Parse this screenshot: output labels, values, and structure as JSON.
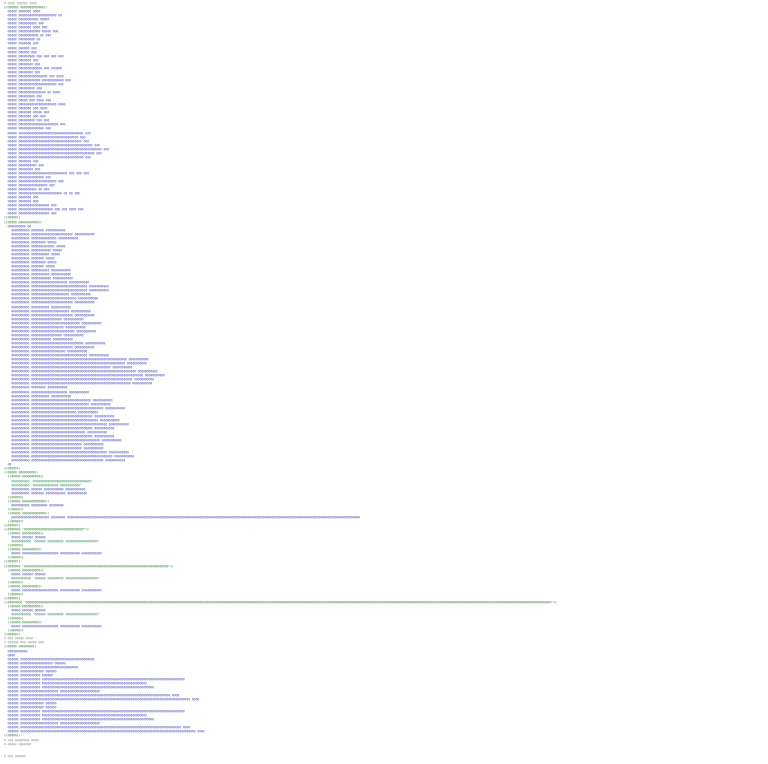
{
  "document": {
    "lines": [
      {
        "text": "# @@@@ @@@@@@ @@@@",
        "cls": "c"
      },
      {
        "text": "{{@@@@@@ @@@@@@@@@@@@@}}",
        "cls": "t"
      },
      {
        "text": "  @@@@@ @@@@@@@ @@@@",
        "cls": "k"
      },
      {
        "text": "  @@@@@ @@@@@@@@@@@@@@@@@@@@@ @@",
        "cls": "k"
      },
      {
        "text": "  @@@@@ @@@@@@@@@@@ @@@@@",
        "cls": "k"
      },
      {
        "text": "  @@@@@ @@@@@@@@@@ @@@",
        "cls": "k"
      },
      {
        "text": "  @@@@@ @@@@@@@ @@@@ @@@",
        "cls": "k"
      },
      {
        "text": "  @@@@@ @@@@@@@@@@@@ @@@@@ @@@",
        "cls": "k"
      },
      {
        "text": "  @@@@@ @@@@@@@@@@@ @@ @@@",
        "cls": "k"
      },
      {
        "text": "  @@@@@ @@@@@@@@@ @@",
        "cls": "k"
      },
      {
        "text": "  @@@@@ @@@@@@@ @@@",
        "cls": "k"
      },
      {
        "text": "  @@@@@ @@@@@@ @@@",
        "cls": "k"
      },
      {
        "text": "  @@@@@ @@@@@@ @@@",
        "cls": "k"
      },
      {
        "text": "  @@@@@ @@@@@@@@@ @@@ @@@ @@@ @@@",
        "cls": "k"
      },
      {
        "text": "  @@@@@ @@@@@@@ @@@",
        "cls": "k"
      },
      {
        "text": "  @@@@@ @@@@@@@@ @@@",
        "cls": "k"
      },
      {
        "text": "  @@@@@ @@@@@@@@@@@@@ @@@ @@@@@@",
        "cls": "k"
      },
      {
        "text": "  @@@@@ @@@@@@@@ @@@",
        "cls": "k"
      },
      {
        "text": "  @@@@@ @@@@@@@@@@@@@@@@ @@@ @@@@",
        "cls": "k"
      },
      {
        "text": "  @@@@@ @@@@@@@@@@@@ @@@@@@@@@@@@ @@@",
        "cls": "k"
      },
      {
        "text": "  @@@@@ @@@@@@@@@@@@@@@@@@@@@ @@@",
        "cls": "k"
      },
      {
        "text": "  @@@@@ @@@@@@@@@ @@@",
        "cls": "k"
      },
      {
        "text": "  @@@@@ @@@@@@@@@@@@@@@ @@ @@@@",
        "cls": "k"
      },
      {
        "text": "  @@@@@ @@@@@@@@@ @@@",
        "cls": "k"
      },
      {
        "text": "  @@@@@ @@@@@ @@@ @@@@ @@@",
        "cls": "k"
      },
      {
        "text": "  @@@@@ @@@@@@@@@@@@@@@@@@@@@ @@@@",
        "cls": "k"
      },
      {
        "text": "  @@@@@ @@@@@@@ @@@ @@@@",
        "cls": "k"
      },
      {
        "text": "  @@@@@ @@@@@@@ @@@@@ @@@",
        "cls": "k"
      },
      {
        "text": "  @@@@@ @@@@@@@ @@@ @@@",
        "cls": "k"
      },
      {
        "text": "  @@@@@ @@@@@@@@@ @@@ @@@",
        "cls": "k"
      },
      {
        "text": "  @@@@@ @@@@@@@@@@@@@@@@@@@@@@ @@@",
        "cls": "k"
      },
      {
        "text": "  @@@@@ @@@@@@@@@@@@@@ @@@",
        "cls": "k"
      },
      {
        "text": "  @@@@@ @@@@@@@@@@@@@@@@@@@@@@@@@@@@@@@@@@@@ @@@",
        "cls": "k"
      },
      {
        "text": "  @@@@@ @@@@@@@@@@@@@@@@@@@@@@@@@@@@@@@@@ @@@",
        "cls": "k"
      },
      {
        "text": "  @@@@@ @@@@@@@@@@@@@@@@@@@@@@@@@@@@@@@@@@@ @@@",
        "cls": "k"
      },
      {
        "text": "  @@@@@ @@@@@@@@@@@@@@@@@@@@@@@@@@@@@@@@@@@@@@@@@ @@@",
        "cls": "k"
      },
      {
        "text": "  @@@@@ @@@@@@@@@@@@@@@@@@@@@@@@@@@@@@@@@@@@@@@@@@@@@@ @@@",
        "cls": "k"
      },
      {
        "text": "  @@@@@ @@@@@@@@@@@@@@@@@@@@@@@@@@@@@@@@@@@@@@@@@@ @@@",
        "cls": "k"
      },
      {
        "text": "  @@@@@ @@@@@@@@@@@@@@@@@@@@@@@@@@@@@@@@@@@@ @@@",
        "cls": "k"
      },
      {
        "text": "  @@@@@ @@@@@@@ @@@",
        "cls": "k"
      },
      {
        "text": "  @@@@@ @@@@@@@@@@ @@@",
        "cls": "k"
      },
      {
        "text": "  @@@@@ @@@@@@@@ @@@",
        "cls": "k"
      },
      {
        "text": "  @@@@@ @@@@@@@@@@@@@@@@@@@@@@@@@@@ @@@ @@@ @@@",
        "cls": "k"
      },
      {
        "text": "  @@@@@ @@@@@@@@@@@@@@ @@@",
        "cls": "k"
      },
      {
        "text": "  @@@@@ @@@@@@@@@@@@@@@@@@@@@ @@@",
        "cls": "k"
      },
      {
        "text": "  @@@@@ @@@@@@@@@@@@@@@@ @@@",
        "cls": "k"
      },
      {
        "text": "  @@@@@ @@@@@@@@@@ @@ @@@",
        "cls": "k"
      },
      {
        "text": "  @@@@@ @@@@@@@@@@@@@@@@@@@@@@@@ @@ @@ @@@",
        "cls": "k"
      },
      {
        "text": "  @@@@@ @@@@@@@ @@@",
        "cls": "k"
      },
      {
        "text": "  @@@@@ @@@@@@@ @@@",
        "cls": "k"
      },
      {
        "text": "  @@@@@ @@@@@@@@@@@@@@@@@ @@@",
        "cls": "k"
      },
      {
        "text": "  @@@@@ @@@@@@@@@@@@@@@@@@@ @@@ @@@ @@@@ @@@",
        "cls": "k"
      },
      {
        "text": "  @@@@@ @@@@@@@@@@@@@@@@@ @@@",
        "cls": "k"
      },
      {
        "text": "{{@@@@@}}",
        "cls": "t"
      },
      {
        "text": "{{@@@@@ @@@@@@@@@@@}}",
        "cls": "t"
      },
      {
        "text": "  @@@@@@@@@@ @@",
        "cls": "k"
      },
      {
        "text": "    @@@@@@@@@@ @@@@@@@ @@@@@@@@@@@",
        "cls": "k"
      },
      {
        "text": "    @@@@@@@@@@ @@@@@@@@@@@@@@@@@@@@@@@ @@@@@@@@@@@",
        "cls": "k"
      },
      {
        "text": "    @@@@@@@@@@ @@@@@@@@@@@@@@ @@@@@@@@@@@",
        "cls": "k"
      },
      {
        "text": "    @@@@@@@@@@ @@@@@@@@ @@@@@",
        "cls": "k"
      },
      {
        "text": "    @@@@@@@@@@ @@@@@@@@@@@@@ @@@@@",
        "cls": "k"
      },
      {
        "text": "    @@@@@@@@@@ @@@@@@@@@@@ @@@@@",
        "cls": "k"
      },
      {
        "text": "    @@@@@@@@@@ @@@@@@@@@@ @@@@@",
        "cls": "k"
      },
      {
        "text": "    @@@@@@@@@@ @@@@@@@ @@@@@",
        "cls": "k"
      },
      {
        "text": "    @@@@@@@@@@ @@@@@@@@ @@@@@",
        "cls": "k"
      },
      {
        "text": "    @@@@@@@@@@ @@@@@@@ @@@@@",
        "cls": "k"
      },
      {
        "text": "    @@@@@@@@@@ @@@@@@@@@@ @@@@@@@@@@@",
        "cls": "k"
      },
      {
        "text": "    @@@@@@@@@@ @@@@@@@@@@ @@@@@@@@@@@",
        "cls": "k"
      },
      {
        "text": "    @@@@@@@@@@ @@@@@@@@@@@ @@@@@@@@@@@",
        "cls": "k"
      },
      {
        "text": "    @@@@@@@@@@ @@@@@@@@@@@@@@@@@@@@ @@@@@@@@@@@",
        "cls": "k"
      },
      {
        "text": "    @@@@@@@@@@ @@@@@@@@@@@@@@@@@@@@@@@@@@@@@@@ @@@@@@@@@@@",
        "cls": "k"
      },
      {
        "text": "    @@@@@@@@@@ @@@@@@@@@@@@@@@@@@@@@@@@@@@@@@@ @@@@@@@@@@@",
        "cls": "k"
      },
      {
        "text": "    @@@@@@@@@@ @@@@@@@@@@@@@@@@@@@@@ @@@@@@@@@@@",
        "cls": "k"
      },
      {
        "text": "    @@@@@@@@@@ @@@@@@@@@@@@@@@@@@@@@@@@@ @@@@@@@@@@@",
        "cls": "k"
      },
      {
        "text": "    @@@@@@@@@@ @@@@@@@@@@@@@@@@@@@@@@@ @@@@@@@@@@@",
        "cls": "k"
      },
      {
        "text": "    @@@@@@@@@@ @@@@@@@@@@ @@@@@@@@@@@",
        "cls": "k"
      },
      {
        "text": "    @@@@@@@@@@ @@@@@@@@@@@@@@@@@@@@@ @@@@@@@@@@@",
        "cls": "k"
      },
      {
        "text": "    @@@@@@@@@@ @@@@@@@@@@@@@@@@@@@@@@@ @@@@@@@@@@@",
        "cls": "k"
      },
      {
        "text": "    @@@@@@@@@@ @@@@@@@@@@@@@@@@@ @@@@@@@@@@@",
        "cls": "k"
      },
      {
        "text": "    @@@@@@@@@@ @@@@@@@@@@@@@@@@@@@@@@@@@@@ @@@@@@@@@@@",
        "cls": "k"
      },
      {
        "text": "    @@@@@@@@@@ @@@@@@@@@@@@@@@@@@ @@@@@@@@@@@",
        "cls": "k"
      },
      {
        "text": "    @@@@@@@@@@ @@@@@@@@@@@@@@@@@@@@@@@@ @@@@@@@@@@@",
        "cls": "k"
      },
      {
        "text": "    @@@@@@@@@@ @@@@@@@@@@@@@@@@@ @@@@@@@@@@@",
        "cls": "k"
      },
      {
        "text": "    @@@@@@@@@@ @@@@@@@@@@@ @@@@@@@@@@@",
        "cls": "k"
      },
      {
        "text": "    @@@@@@@@@@ @@@@@@@@@@@@@@@@@@@@@@@@@@@@@ @@@@@@@@@@@",
        "cls": "k"
      },
      {
        "text": "    @@@@@@@@@@ @@@@@@@@@@@@@@@@@@@@@@@ @@@@@@@@@@@",
        "cls": "k"
      },
      {
        "text": "    @@@@@@@@@@ @@@@@@@@@@@@@@@@@@@ @@@@@@@@@@@",
        "cls": "k"
      },
      {
        "text": "    @@@@@@@@@@ @@@@@@@@@@@@@@@@@@@@@@@@@@@@@@@ @@@@@@@@@@@",
        "cls": "k"
      },
      {
        "text": "    @@@@@@@@@@ @@@@@@@@@@@@@@@@@@@@@@@@@@@@@@@@@@@@@@@@@@@@@@@@@@@@@ @@@@@@@@@@@",
        "cls": "k"
      },
      {
        "text": "    @@@@@@@@@@ @@@@@@@@@@@@@@@@@@@@@@@@@@@@@@@@@@@@@@@@@@@@@@@@@@@@ @@@@@@@@@@@",
        "cls": "k"
      },
      {
        "text": "    @@@@@@@@@@ @@@@@@@@@@@@@@@@@@@@@@@@@@@@@@@@@@@@@@@@@@@@ @@@@@@@@@@@",
        "cls": "k"
      },
      {
        "text": "    @@@@@@@@@@ @@@@@@@@@@@@@@@@@@@@@@@@@@@@@@@@@@@@@@@@@@@@@@@@@@@@@@@@@@ @@@@@@@@@@@",
        "cls": "k"
      },
      {
        "text": "    @@@@@@@@@@ @@@@@@@@@@@@@@@@@@@@@@@@@@@@@@@@@@@@@@@@@@@@@@@@@@@@@@@@@@@@@@ @@@@@@@@@@@",
        "cls": "k"
      },
      {
        "text": "    @@@@@@@@@@ @@@@@@@@@@@@@@@@@@@@@@@@@@@@@@@@@@@@@@@@@@@@@@@@@@@@@@@@ @@@@@@@@@@@",
        "cls": "k"
      },
      {
        "text": "    @@@@@@@@@@ @@@@@@@@@@@@@@@@@@@@@@@@@@@@@@@@@@@@@@@@@@@@@@@@@@@@@@@ @@@@@@@@@@@",
        "cls": "k"
      },
      {
        "text": "    @@@@@@@@@@ @@@@@@@@ @@@@@@@@@@@",
        "cls": "k"
      },
      {
        "text": "    @@@@@@@@@@ @@@@@@@@@@@@@@@@@@@@ @@@@@@@@@@@",
        "cls": "k"
      },
      {
        "text": "    @@@@@@@@@@ @@@@@@@@@@ @@@@@@@@@@@",
        "cls": "k"
      },
      {
        "text": "    @@@@@@@@@@ @@@@@@@@@@@@@@@@@@@@@@@@@@@@@@@@@ @@@@@@@@@@@",
        "cls": "k"
      },
      {
        "text": "    @@@@@@@@@@ @@@@@@@@@@@@@@@@@@@@@@@@@@@@@@@@ @@@@@@@@@@@",
        "cls": "k"
      },
      {
        "text": "    @@@@@@@@@@ @@@@@@@@@@@@@@@@@@@@@@@@@@@@@@@@@@@@@@@@ @@@@@@@@@@@",
        "cls": "k"
      },
      {
        "text": "    @@@@@@@@@@ @@@@@@@@@@@@@@@@@@@@@@@@@ @@@@@@@@@@@",
        "cls": "k"
      },
      {
        "text": "    @@@@@@@@@@ @@@@@@@@@@@@@@@@@@@@@@@@@@@@@@@@@@ @@@@@@@@@@@",
        "cls": "k"
      },
      {
        "text": "    @@@@@@@@@@ @@@@@@@@@@@@@@@@@@@@@@@@@@@@@@@@@@@@@ @@@@@@@@@@@",
        "cls": "k"
      },
      {
        "text": "    @@@@@@@@@@ @@@@@@@@@@@@@@@@@@@@@@@@@@@@@@@@@@@@@@@@@@ @@@@@@@@@@@",
        "cls": "k"
      },
      {
        "text": "    @@@@@@@@@@ @@@@@@@@@@@@@@@@@@@@@@@@@@@@@@@@@@ @@@@@@@@@@@",
        "cls": "k"
      },
      {
        "text": "    @@@@@@@@@@ @@@@@@@@@@@@@@@@@@@@@@@@@@@@@@ @@@@@@@@@@@",
        "cls": "k"
      },
      {
        "text": "    @@@@@@@@@@ @@@@@@@@@@@@@@@@@@@@@@@@@@@@@@@@@@ @@@@@@@@@@@",
        "cls": "k"
      },
      {
        "text": "    @@@@@@@@@@ @@@@@@@@@@@@@@@@@@@@@@@@@@@@@@@@@@@@@@ @@@@@@@@@@@",
        "cls": "k"
      },
      {
        "text": "    @@@@@@@@@@ @@@@@@@@@@@@@@@@@@@@@@@@@@@@ @@@@@@@@@@@",
        "cls": "k"
      },
      {
        "text": "    @@@@@@@@@@ @@@@@@@@@@@@@@@@@@@@@@@@@@@@ @@@@@@@@@@@",
        "cls": "k"
      },
      {
        "text": "    @@@@@@@@@@ @@@@@@@@@@@@@@@@@@@@@@@@@@@@@@@@@@@@@@@@@@ @@@@@@@@@@@",
        "cls": "k"
      },
      {
        "text": "    @@@@@@@@@@ @@@@@@@@@@@@@@@@@@@@@@@@@@@@@@@@@@@@@@@@@@@@@ @@@@@@@@@@@",
        "cls": "k"
      },
      {
        "text": "    @@@@@@@@@@ @@@@@@@@@@@@@@@@@@@@@@@@@@@@@@@@@@@@@@@@ @@@@@@@@@@@",
        "cls": "k"
      },
      {
        "text": "  @@",
        "cls": "k"
      },
      {
        "text": "{{@@@@@}}",
        "cls": "t"
      },
      {
        "text": "{{@@@@@ @@@@@@@@@}}",
        "cls": "t"
      },
      {
        "text": "  {{@@@@@ @@@@@@@@@@}}",
        "cls": "t"
      },
      {
        "text": "    @@@@@@@@@@ \"@@@@@@@@@@@@@@@@@@@@@@@@@@@@@@@@\"",
        "cls": "s"
      },
      {
        "text": "    @@@@@@@@@@ \"@@@@@@@@@@@@@@ @@@@@@@@@@@\"",
        "cls": "s"
      },
      {
        "text": "    @@@@@@@@@@ @@@@@@ @@@@@@@@@@@ @@@@@@@@@@@",
        "cls": "k"
      },
      {
        "text": "    @@@@@@@@@@ @@@@@@@ @@@@@@@@@@@ @@@@@@@@@@@",
        "cls": "k"
      },
      {
        "text": "  {{@@@@@}}",
        "cls": "t"
      },
      {
        "text": "  {{@@@@@ @@@@@@@@@@@@@}}",
        "cls": "t"
      },
      {
        "text": "    @@@@@@@@@@ @@@@@@@@@ @@@@@@@@",
        "cls": "k"
      },
      {
        "text": "  {{@@@@@}}",
        "cls": "t"
      },
      {
        "text": "  {{@@@@@ @@@@@@@@@@@@@}}",
        "cls": "t"
      },
      {
        "text": "    @@@@@@@@@@@@@@@@@@@@@ @@@@@@@@ @@@@@@@@@@@@@@@@@@@@@@@@@@@@@@@@@@@@@@@@@@@@@@@@@@@@@@@@@@@@@@@@@@@@@@@@@@@@@@@@@@@@@@@@@@@@@@@@@@@@@@@@@@@@@@@@@@@@@@@@@@@@@@@@@@@@@@@@@@@@@@@@@@@@@@@@@@@@@@@@@@",
        "cls": "k"
      },
      {
        "text": "  {{@@@@@}}",
        "cls": "t"
      },
      {
        "text": "{{@@@@@}}",
        "cls": "t"
      },
      {
        "text": "{{@@@@@@@ \"@@@@@@@@@@@@@@@@@@@@@@@@@@@@@@@@@\"}}",
        "cls": "t"
      },
      {
        "text": "  {{@@@@@ @@@@@@@@@@}}",
        "cls": "t"
      },
      {
        "text": "    @@@@@ @@@@@@ @@@@@@",
        "cls": "k"
      },
      {
        "text": "    @@@@@@@@@@@ \"@@@@@@ @@@@@@@@@ @@@@@@@@@@@@@@@@@@\"",
        "cls": "s"
      },
      {
        "text": "  {{@@@@@}}",
        "cls": "t"
      },
      {
        "text": "  {{@@@@@ @@@@@@@@@}}",
        "cls": "t"
      },
      {
        "text": "    @@@@@ @@@@@@@@@@@@@@@@@@@@ @@@@@@@@@@@ @@@@@@@@@@@",
        "cls": "k"
      },
      {
        "text": "  {{@@@@@}}",
        "cls": "t"
      },
      {
        "text": "{{@@@@@}}",
        "cls": "t"
      },
      {
        "text": "{{@@@@@@@ \"@@@@@@@@@@@@@@@@@@@@@@@@@@@@@@@@@@@@@@@@@@@@@@@@@@@@@@@@@@@@@@@@@@@@@@@@@@@@@@@@\"}}",
        "cls": "t"
      },
      {
        "text": "  {{@@@@@ @@@@@@@@@@}}",
        "cls": "t"
      },
      {
        "text": "    @@@@@ @@@@@@ @@@@@@",
        "cls": "k"
      },
      {
        "text": "    @@@@@@@@@@@ \"@@@@@@ @@@@@@@@@ @@@@@@@@@@@@@@@@@@\"",
        "cls": "s"
      },
      {
        "text": "  {{@@@@@}}",
        "cls": "t"
      },
      {
        "text": "  {{@@@@@ @@@@@@@@@}}",
        "cls": "t"
      },
      {
        "text": "    @@@@@ @@@@@@@@@@@@@@@@@@@@ @@@@@@@@@@@ @@@@@@@@@@@",
        "cls": "k"
      },
      {
        "text": "  {{@@@@@}}",
        "cls": "t"
      },
      {
        "text": "{{@@@@@}}",
        "cls": "t"
      },
      {
        "text": "{{@@@@@@@@ \"@@@@@@@@@@@@@@@@@@@@@@@@@@@@@@@@@@@@@@@@@@@@@@@@@@@@@@@@@@@@@@@@@@@@@@@@@@@@@@@@@@@@@@@@@@@@@@@@@@@@@@@@@@@@@@@@@@@@@@@@@@@@@@@@@@@@@@@@@@@@@@@@@@@@@@@@@@@@@@@@@@@@@@@@@@@@@@@@@@@@@@@@@@@@@@@@@@@@@@@@@@@@@@@@@@@@@@@@@@@@@@@@@@@@@@@@@@@@@@@@@@@@@@@@@@@@@@@@@@@@@@@@@@@@@@@@@@@@@@@@@@@@@@@@@@@\"}}",
        "cls": "t"
      },
      {
        "text": "  {{@@@@@ @@@@@@@@@@}}",
        "cls": "t"
      },
      {
        "text": "    @@@@@ @@@@@@ @@@@@@",
        "cls": "k"
      },
      {
        "text": "    @@@@@@@@@@@ \"@@@@@@ @@@@@@@@@ @@@@@@@@@@@@@@@@@@\"",
        "cls": "s"
      },
      {
        "text": "  {{@@@@@}}",
        "cls": "t"
      },
      {
        "text": "  {{@@@@@ @@@@@@@@@}}",
        "cls": "t"
      },
      {
        "text": "    @@@@@ @@@@@@@@@@@@@@@@@@@@ @@@@@@@@@@@ @@@@@@@@@@@",
        "cls": "k"
      },
      {
        "text": "  {{@@@@@}}",
        "cls": "t"
      },
      {
        "text": "{{@@@@@}}",
        "cls": "t"
      },
      {
        "text": "# @@@ @@@@@ @@@@",
        "cls": "c"
      },
      {
        "text": "# @@@@@@ @@@ @@@@@ @@@",
        "cls": "c"
      },
      {
        "text": "{{@@@@@ @@@@@@@@}}",
        "cls": "t"
      },
      {
        "text": "  @@@@@@@@@@@",
        "cls": "k"
      },
      {
        "text": "  @@@@",
        "cls": "k"
      },
      {
        "text": "  @@@@@@ @@@@@@@@@@@@@@@@@@@@@@@@@@@@@@@@@@@@@@@@@",
        "cls": "k"
      },
      {
        "text": "  @@@@@@ @@@@@@@@@@@@@@@@@@ @@@@@@",
        "cls": "k"
      },
      {
        "text": "  @@@@@@ @@@@@@@@@@@@@@@@@@@@@@@@@@@@@@@@",
        "cls": "k"
      },
      {
        "text": "  @@@@@@ @@@@@@@@@@@@@ @@@@@@",
        "cls": "k"
      },
      {
        "text": "  @@@@@@ @@@@@@@@@@@ @@@@@@",
        "cls": "k"
      },
      {
        "text": "  @@@@@@ @@@@@@@@@@@ @@@@@@@@@@@@@@@@@@@@@@@@@@@@@@@@@@@@@@@@@@@@@@@@@@@@@@@@@@@@@@@@@@@@@@@@@@@@@@@",
        "cls": "k"
      },
      {
        "text": "  @@@@@@ @@@@@@@@@@@ @@@@@@@@@@@@@@@@@@@@@@@@@@@@@@@@@@@@@@@@@@@@@@@@@@@@@@@@@@",
        "cls": "k"
      },
      {
        "text": "  @@@@@@ @@@@@@@@@@@ @@@@@@@@@@@@@@@@@@@@@@@@@@@@@@@@@@@@@@@@@@@@@@@@@@@@@@@@@@@@@@",
        "cls": "k"
      },
      {
        "text": "  @@@@@@ @@@@@@@@@@@@@@@@@@@@@ @@@@@@@@@@@@@@@@@@@@@@",
        "cls": "k"
      },
      {
        "text": "  @@@@@@ @@@@@@@@@@@@@@@@@@@@@@@@@@@@@@@@@@@@@@@@@@@@@@@@@@@@@@@@@@@@@@@@@@@@@@@@@@@@@@@@@@@ @@@@",
        "cls": "k"
      },
      {
        "text": "  @@@@@@ @@@@@@@@@@@@@@@@@@@@@@@@@@@@@@@@@@@@@@@@@@@@@@@@@@@@@@@@@@@@@@@@@@@@@@@@@@@@@@@@@@@@@@@@@@@@@@ @@@@",
        "cls": "k"
      },
      {
        "text": "  @@@@@@ @@@@@@@@@@@@@ @@@@@@",
        "cls": "k"
      },
      {
        "text": "  @@@@@@ @@@@@@@@@@@@@ @@@@@@",
        "cls": "k"
      },
      {
        "text": "  @@@@@@ @@@@@@@@@@@ @@@@@@@@@@@@@@@@@@@@@@@@@@@@@@@@@@@@@@@@@@@@@@@@@@@@@@@@@@@@@@@@@@@@@@@@@@@@@@@",
        "cls": "k"
      },
      {
        "text": "  @@@@@@ @@@@@@@@@@@ @@@@@@@@@@@@@@@@@@@@@@@@@@@@@@@@@@@@@@@@@@@@@@@@@@@@@@@@@@",
        "cls": "k"
      },
      {
        "text": "  @@@@@@ @@@@@@@@@@@ @@@@@@@@@@@@@@@@@@@@@@@@@@@@@@@@@@@@@@@@@@@@@@@@@@@@@@@@@@@@@@",
        "cls": "k"
      },
      {
        "text": "  @@@@@@ @@@@@@@@@@@@@@@@@@@@@ @@@@@@@@@@@@@@@@@@@@@@",
        "cls": "k"
      },
      {
        "text": "  @@@@@@ @@@@@@@@@@@@@@@@@@@@@@@@@@@@@@@@@@@@@@@@@@@@@@@@@@@@@@@@@@@@@@@@@@@@@@@@@@@@@@@@@@@@@@@@@ @@@@",
        "cls": "k"
      },
      {
        "text": "  @@@@@@ @@@@@@@@@@@@@@@@@@@@@@@@@@@@@@@@@@@@@@@@@@@@@@@@@@@@@@@@@@@@@@@@@@@@@@@@@@@@@@@@@@@@@@@@@@@@@@@@@ @@@@",
        "cls": "k"
      },
      {
        "text": "{{@@@@@}}",
        "cls": "t"
      },
      {
        "text": "# @@@ @@@@@@@@ @@@@",
        "cls": "c"
      },
      {
        "text": "# @@@@@ @@@@@@@",
        "cls": "c"
      },
      {
        "text": "",
        "cls": "blank"
      },
      {
        "text": "",
        "cls": "blank"
      },
      {
        "text": "# @@@ @@@@@@",
        "cls": "c"
      }
    ]
  },
  "colors": {
    "comment": "#8a8a8a",
    "tag": "#2a7a2a",
    "keyword": "#3b3bb8",
    "string": "#2d8a52",
    "background": "#ffffff"
  }
}
